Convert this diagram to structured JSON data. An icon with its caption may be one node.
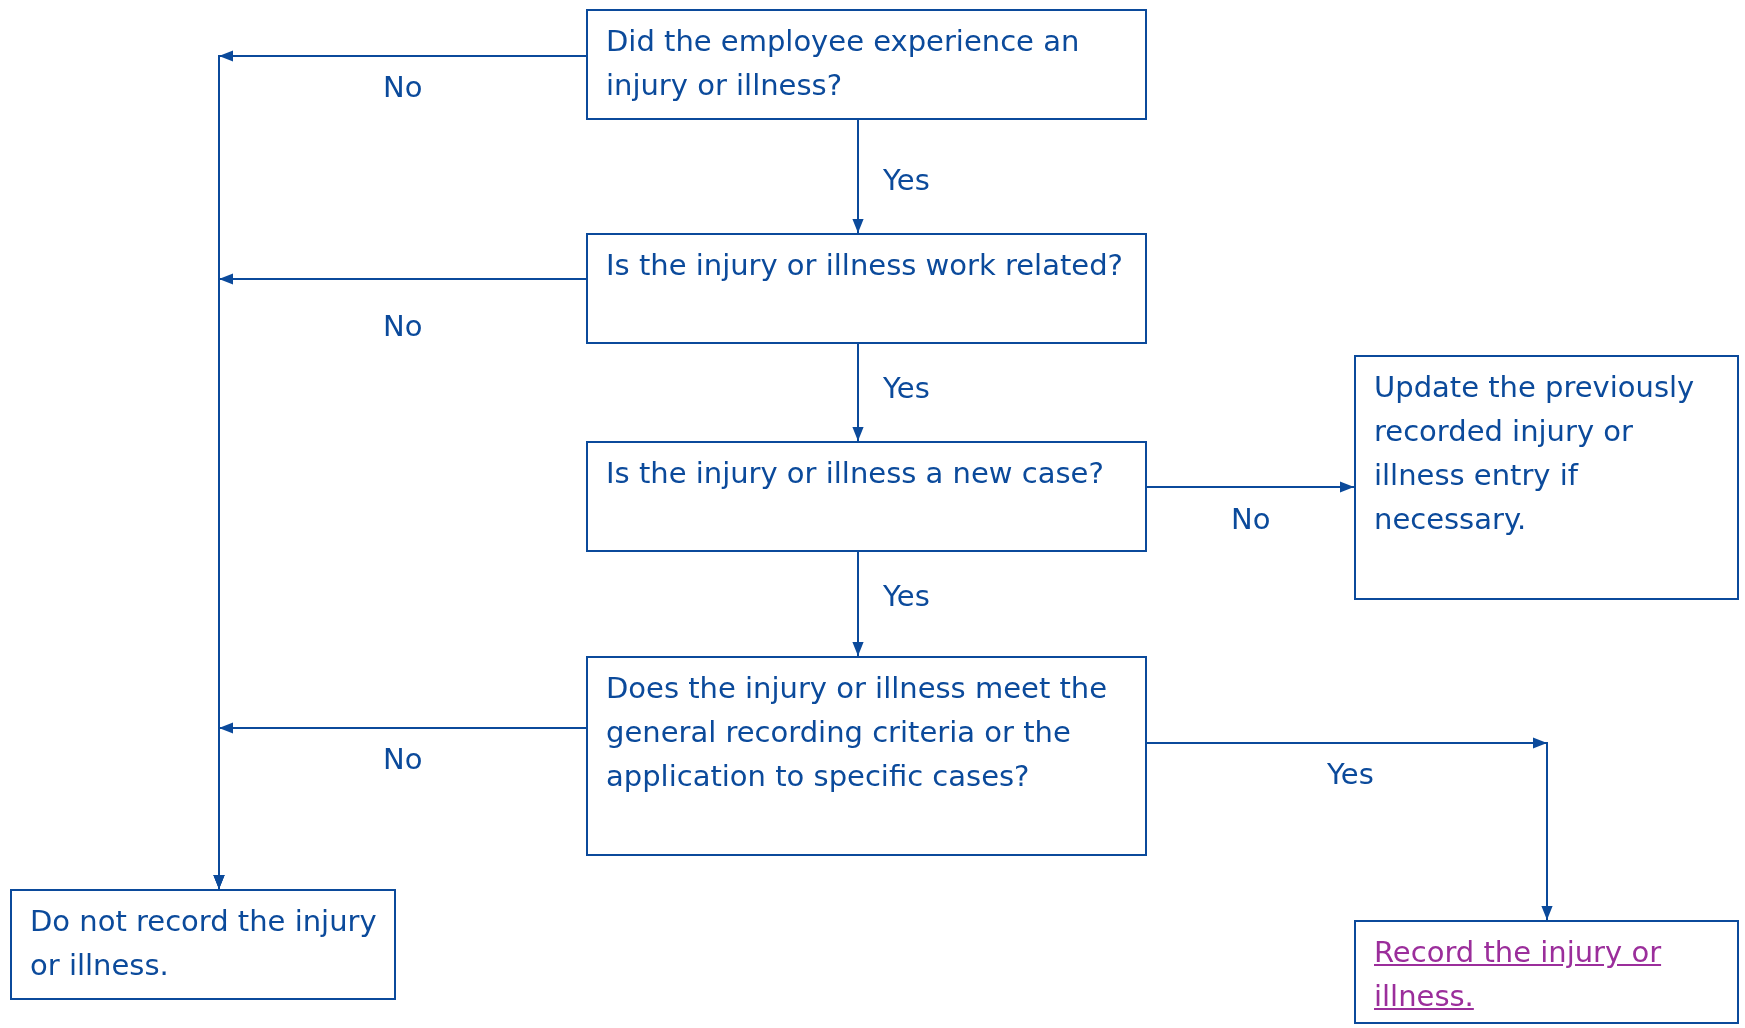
{
  "diagram": {
    "nodes": [
      {
        "text": [
          "Did the employee experience an injury or illness?"
        ]
      },
      {
        "text": [
          "Is the injury or illness work related?"
        ]
      },
      {
        "text": [
          "Is the  injury or illness a new case?"
        ]
      },
      {
        "text": [
          "Update the previously recorded injury or illness entry if necessary."
        ]
      },
      {
        "text": [
          "Does the injury or illness meet the general recording criteria or the application to specific cases?"
        ]
      },
      {
        "text": [
          "Do not record the injury or illness."
        ]
      },
      {
        "text": [
          "Record the injury or illness."
        ]
      }
    ],
    "edges": [
      {
        "from": 0,
        "to": 1,
        "arrow": "to",
        "label": "Yes"
      },
      {
        "from": 1,
        "to": 2,
        "arrow": "to",
        "label": "Yes"
      },
      {
        "from": 2,
        "to": 4,
        "arrow": "to",
        "label": "Yes"
      },
      {
        "from": 2,
        "to": 3,
        "arrow": "to",
        "label": "No"
      },
      {
        "from": 4,
        "to": 6,
        "arrow": "to",
        "label": "Yes"
      },
      {
        "from": 0,
        "to": 5,
        "arrow": "to",
        "label": "No"
      },
      {
        "from": 1,
        "to": 5,
        "arrow": "to",
        "label": "No"
      },
      {
        "from": 4,
        "to": 5,
        "arrow": "to",
        "label": "No"
      }
    ]
  }
}
